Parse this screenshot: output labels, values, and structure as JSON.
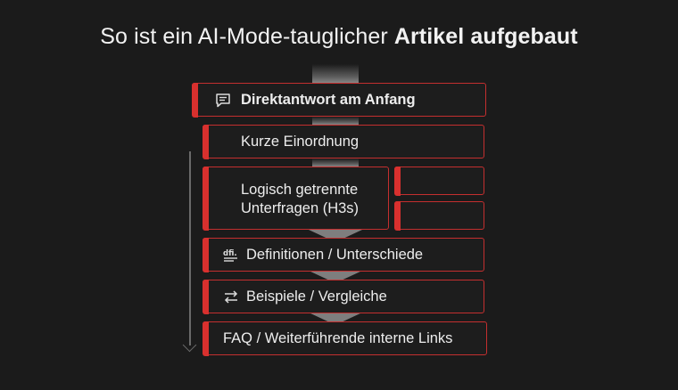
{
  "title": {
    "prefix": "So ist ein AI-Mode-tauglicher",
    "emphasis": "Artikel aufgebaut"
  },
  "colors": {
    "background": "#1b1b1b",
    "accent": "#d8302e",
    "text": "#eeeeee"
  },
  "steps": [
    {
      "label": "Direktantwort am Anfang",
      "icon": "chat-bubble-icon",
      "emphasis": true
    },
    {
      "label": "Kurze Einordnung",
      "icon": "",
      "emphasis": false
    },
    {
      "label": "Logisch getrennte Unterfragen (H3s)",
      "icon": "",
      "emphasis": false,
      "sub_boxes": 2
    },
    {
      "label": "Definitionen / Unterschiede",
      "icon": "definition-icon",
      "emphasis": false
    },
    {
      "label": "Beispiele / Vergleiche",
      "icon": "compare-arrows-icon",
      "emphasis": false
    },
    {
      "label": "FAQ / Weiterführende interne Links",
      "icon": "",
      "emphasis": false
    }
  ]
}
